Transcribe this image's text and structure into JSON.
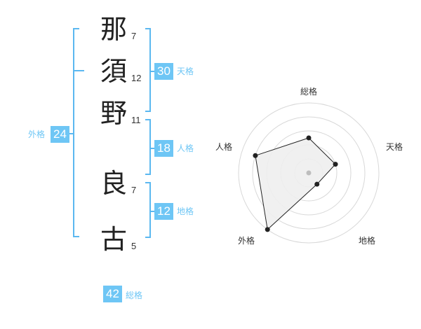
{
  "name": {
    "characters": [
      {
        "char": "那",
        "strokes": "7"
      },
      {
        "char": "須",
        "strokes": "12"
      },
      {
        "char": "野",
        "strokes": "11"
      },
      {
        "char": "良",
        "strokes": "7"
      },
      {
        "char": "古",
        "strokes": "5"
      }
    ]
  },
  "fortune": {
    "tenkaku": {
      "value": "30",
      "label": "天格"
    },
    "jinkaku": {
      "value": "18",
      "label": "人格"
    },
    "chikaku": {
      "value": "12",
      "label": "地格"
    },
    "gaikaku": {
      "value": "24",
      "label": "外格"
    },
    "soukaku": {
      "value": "42",
      "label": "総格"
    }
  },
  "radar": {
    "axes": [
      "総格",
      "天格",
      "地格",
      "外格",
      "人格"
    ],
    "values": [
      0.5,
      0.4,
      0.2,
      1.0,
      0.8
    ],
    "colors": {
      "fill": "#eeeeee",
      "stroke": "#222222",
      "grid": "#d8d8d8",
      "accent": "#6ec6f5"
    }
  }
}
